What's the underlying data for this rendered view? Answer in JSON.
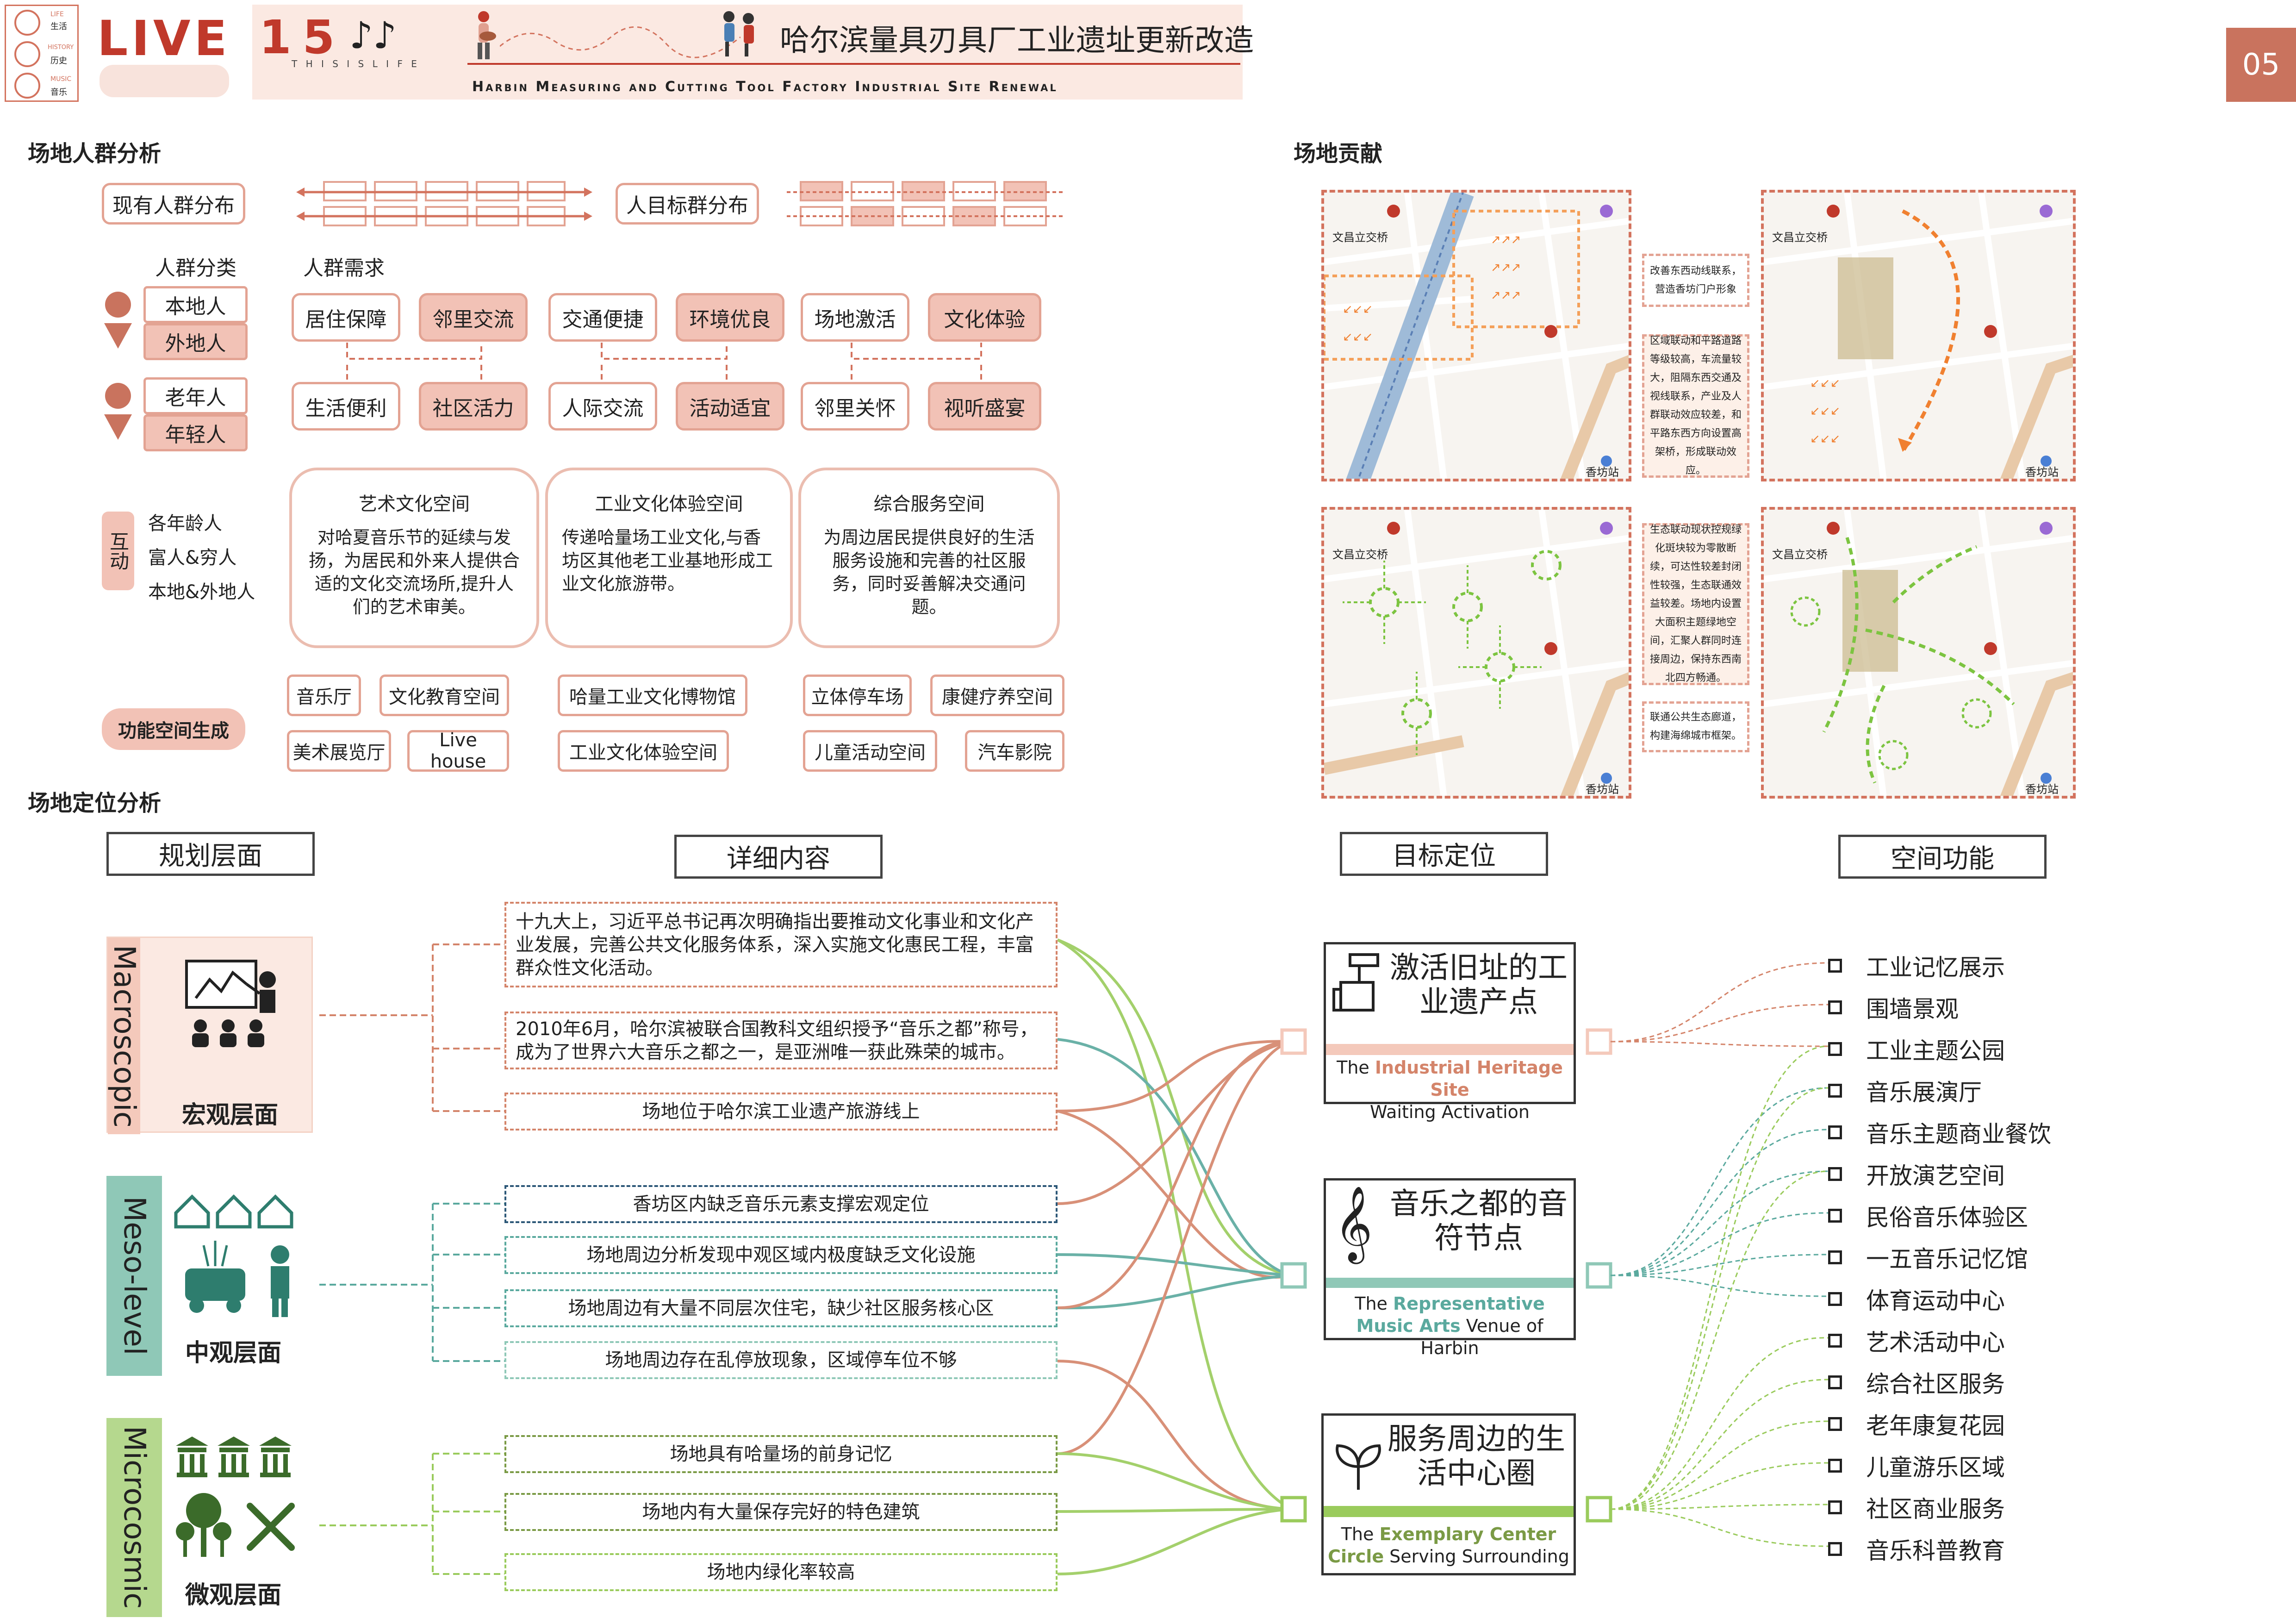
{
  "header": {
    "live_title": "LIVE",
    "fifteen": "15",
    "notes": "♪♪",
    "this_is_life": "T H I S   I S   L I F E",
    "title_cn": "哈尔滨量具刃具厂工业遗址更新改造",
    "title_en": "Harbin Measuring and Cutting Tool Factory Industrial Site Renewal",
    "legend": [
      {
        "en": "LIFE",
        "cn": "生活"
      },
      {
        "en": "HISTORY",
        "cn": "历史"
      },
      {
        "en": "MUSIC",
        "cn": "音乐"
      }
    ],
    "page_number": "05"
  },
  "crowd": {
    "section_title": "场地人群分析",
    "existing_label": "现有人群分布",
    "target_label": "人目标群分布",
    "category_header": "人群分类",
    "needs_header": "人群需求",
    "pair1": [
      "本地人",
      "外地人"
    ],
    "pair2": [
      "老年人",
      "年轻人"
    ],
    "needs_row1": [
      "居住保障",
      "邻里交流",
      "交通便捷",
      "环境优良",
      "场地激活",
      "文化体验"
    ],
    "needs_row2": [
      "生活便利",
      "社区活力",
      "人际交流",
      "活动适宜",
      "邻里关怀",
      "视听盛宴"
    ],
    "interact_label": "互动",
    "interact_items": [
      "各年龄人",
      "富人&穷人",
      "本地&外地人"
    ],
    "spaces": [
      {
        "title": "艺术文化空间",
        "text": "对哈夏音乐节的延续与发扬，为居民和外来人提供合适的文化交流场所,提升人们的艺术审美。"
      },
      {
        "title": "工业文化体验空间",
        "text": "传递哈量场工业文化,与香坊区其他老工业基地形成工业文化旅游带。"
      },
      {
        "title": "综合服务空间",
        "text": "为周边居民提供良好的生活服务设施和完善的社区服务，同时妥善解决交通问题。"
      }
    ],
    "function_label": "功能空间生成",
    "func_row1": [
      "音乐厅",
      "文化教育空间",
      "哈量工业文化博物馆",
      "立体停车场",
      "康健疗养空间"
    ],
    "func_row2": [
      "美术展览厅",
      "Live house",
      "工业文化体验空间",
      "儿童活动空间",
      "汽车影院"
    ]
  },
  "contribution": {
    "section_title": "场地贡献",
    "map_labels": {
      "station_a": "文昌立交桥",
      "station_b": "香坊站"
    },
    "captions": [
      "改善东西动线联系，营造香坊门户形象",
      "区域联动和平路道路等级较高，车流量较大，阻隔东西交通及视线联系，产业及人群联动效应较差，和平路东西方向设置高架桥，形成联动效应。",
      "生态联动现状控规绿化斑块较为零散断续，可达性较差封闭性较强，生态联通效益较差。场地内设置大面积主题绿地空间，汇聚人群同时连接周边，保持东西南北四方畅通。",
      "联通公共生态廊道，构建海绵城市框架。"
    ]
  },
  "positioning": {
    "section_title": "场地定位分析",
    "headers": [
      "规划层面",
      "详细内容",
      "目标定位",
      "空间功能"
    ],
    "levels": [
      {
        "en": "Macroscopic",
        "cn": "宏观层面",
        "color": "#d4846a",
        "bg": "#fbe9e2"
      },
      {
        "en": "Meso-level",
        "cn": "中观层面",
        "color": "#5aa99e",
        "bg": "#8fc8b7"
      },
      {
        "en": "Microcosmic",
        "cn": "微观层面",
        "color": "#9acb5c",
        "bg": "#b5d88e"
      }
    ],
    "contents": [
      {
        "text": "十九大上，习近平总书记再次明确指出要推动文化事业和文化产业发展，完善公共文化服务体系，深入实施文化惠民工程，丰富群众性文化活动。",
        "color": "#d4846a"
      },
      {
        "text": "2010年6月，哈尔滨被联合国教科文组织授予“音乐之都”称号，成为了世界六大音乐之都之一，是亚洲唯一获此殊荣的城市。",
        "color": "#d4846a"
      },
      {
        "text": "场地位于哈尔滨工业遗产旅游线上",
        "color": "#d4846a"
      },
      {
        "text": "香坊区内缺乏音乐元素支撑宏观定位",
        "color": "#2d5878"
      },
      {
        "text": "场地周边分析发现中观区域内极度缺乏文化设施",
        "color": "#5aa99e"
      },
      {
        "text": "场地周边有大量不同层次住宅，缺少社区服务核心区",
        "color": "#5aa99e"
      },
      {
        "text": "场地周边存在乱停放现象，区域停车位不够",
        "color": "#8fc8b7"
      },
      {
        "text": "场地具有哈量场的前身记忆",
        "color": "#7a9a45"
      },
      {
        "text": "场地内有大量保存完好的特色建筑",
        "color": "#7a9a45"
      },
      {
        "text": "场地内绿化率较高",
        "color": "#9acb5c"
      }
    ],
    "targets": [
      {
        "cn": "激活旧址的工业遗产点",
        "en_pre": "The ",
        "en_hl": "Industrial Heritage Site",
        "en_post": "Waiting Activation",
        "color": "#f4c9bb",
        "hl": "#d4846a"
      },
      {
        "cn": "音乐之都的音符节点",
        "en_pre": "The ",
        "en_hl": "Representative Music Arts",
        "en_post": " Venue of Harbin",
        "color": "#8fc8b7",
        "hl": "#5aa99e"
      },
      {
        "cn": "服务周边的生活中心圈",
        "en_pre": "The ",
        "en_hl": "Exemplary Center Circle",
        "en_post": " Serving Surrounding",
        "color": "#9acb5c",
        "hl": "#7a9a45"
      }
    ],
    "functions": [
      "工业记忆展示",
      "围墙景观",
      "工业主题公园",
      "音乐展演厅",
      "音乐主题商业餐饮",
      "开放演艺空间",
      "民俗音乐体验区",
      "一五音乐记忆馆",
      "体育运动中心",
      "艺术活动中心",
      "综合社区服务",
      "老年康复花园",
      "儿童游乐区域",
      "社区商业服务",
      "音乐科普教育"
    ]
  }
}
